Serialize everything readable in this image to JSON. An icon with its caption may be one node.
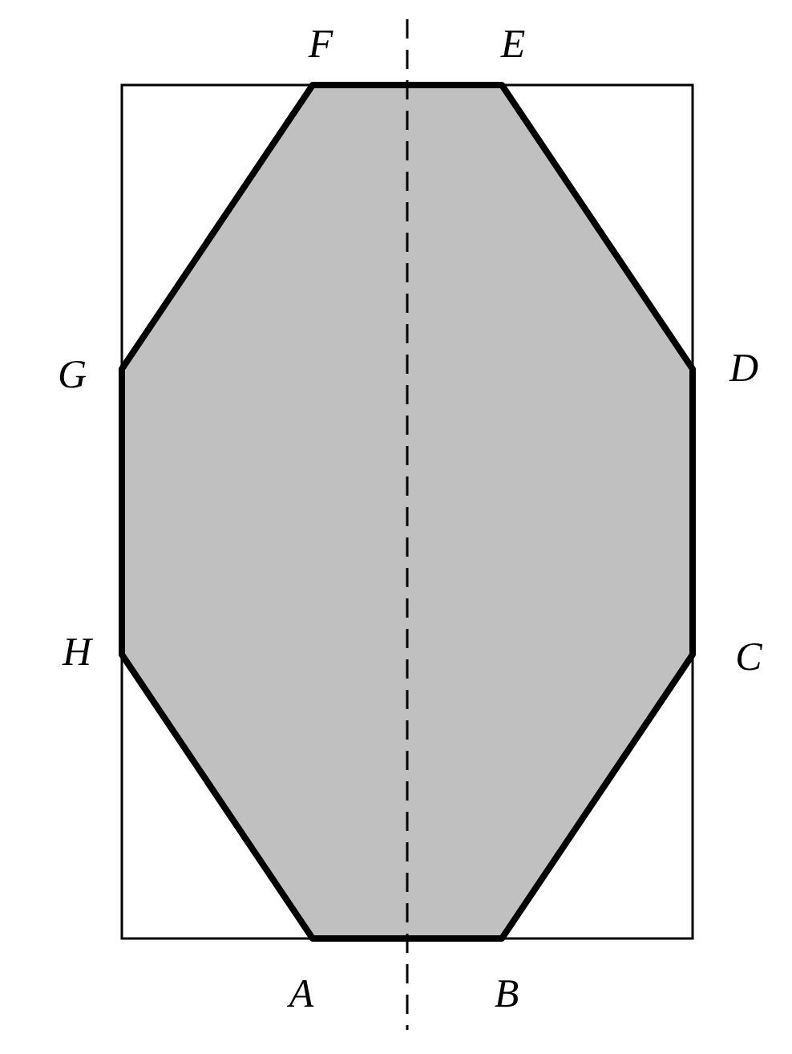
{
  "diagram": {
    "labels": [
      "F",
      "E",
      "G",
      "D",
      "H",
      "C",
      "A",
      "B"
    ]
  }
}
